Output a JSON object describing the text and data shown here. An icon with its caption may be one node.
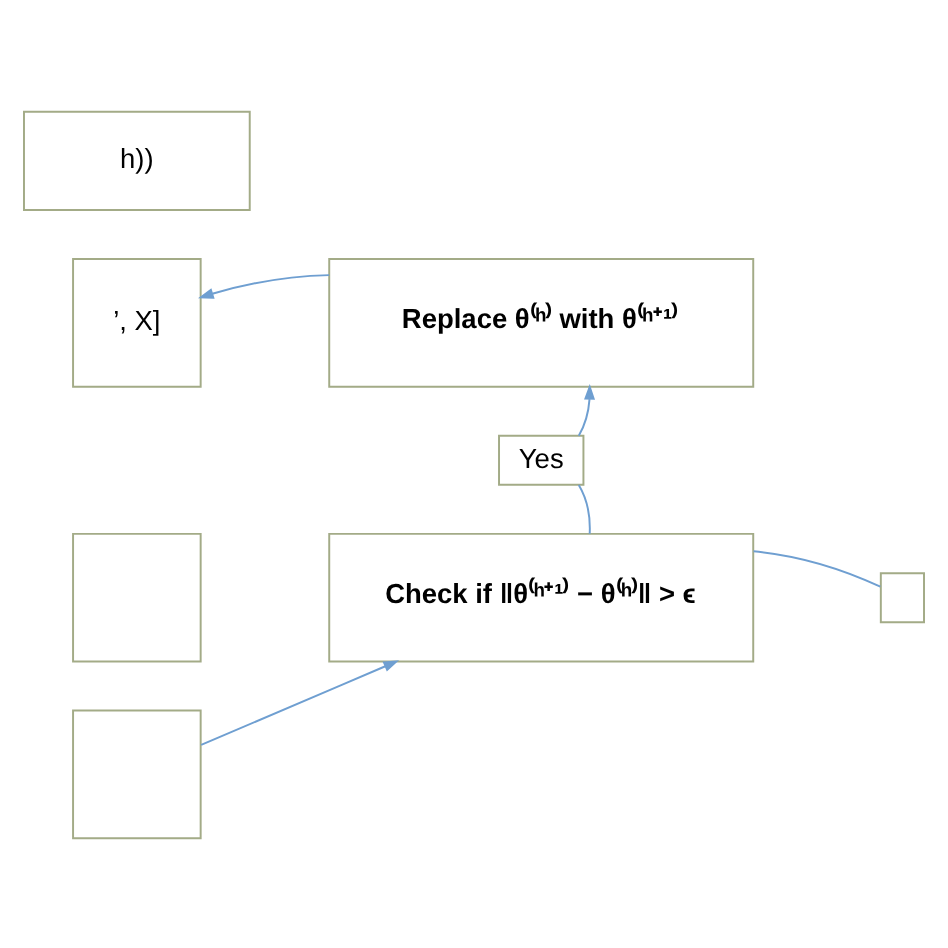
{
  "diagram": {
    "nodes": [
      {
        "text": [
          "h))"
        ]
      },
      {
        "text": [
          "’, X]"
        ]
      },
      {
        "text": [
          "Replace θ⁽ʰ⁾ with θ⁽ʰ⁺¹⁾"
        ]
      },
      {
        "text": [
          "Yes"
        ]
      },
      {
        "text": [
          "Check if ‖θ⁽ʰ⁺¹⁾ − θ⁽ʰ⁾‖ > ϵ"
        ]
      },
      {
        "text": [],
        "shape": "box"
      },
      {
        "text": [],
        "shape": "box"
      },
      {
        "text": [],
        "shape": "box"
      }
    ],
    "edges": [
      {
        "from": 2,
        "to": 1,
        "arrow": "to"
      },
      {
        "from": 4,
        "to": 3,
        "arrow": "none"
      },
      {
        "from": 3,
        "to": 2,
        "arrow": "to"
      },
      {
        "from": 4,
        "to": 5,
        "arrow": "none"
      },
      {
        "from": 7,
        "to": 4,
        "arrow": "to"
      }
    ]
  }
}
